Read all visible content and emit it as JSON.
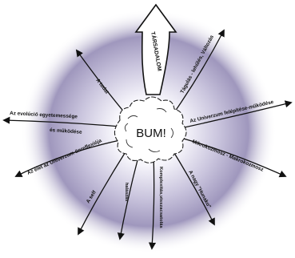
{
  "diagram": {
    "center_label": "BUM!",
    "top_arrow_label": "TÁRSADALOM",
    "labels": {
      "tudat": "A tudat",
      "evolucio_1": "Az evolúció egyetemessége",
      "evolucio_2": "és működése",
      "elet": "Az élet az Univerzum önreflexiója",
      "self": "A self",
      "halaszas": "halászás",
      "komplexitas": "Komplexitás,visszacsatolás",
      "tagulas": "Tágulás - lehűlés, Változás",
      "felepites": "Az Univerzum felépítése-működése",
      "mikro": "Mikrokozmosz - Makrokozmosz",
      "nagy": "A nagy \"Hunako\""
    }
  }
}
